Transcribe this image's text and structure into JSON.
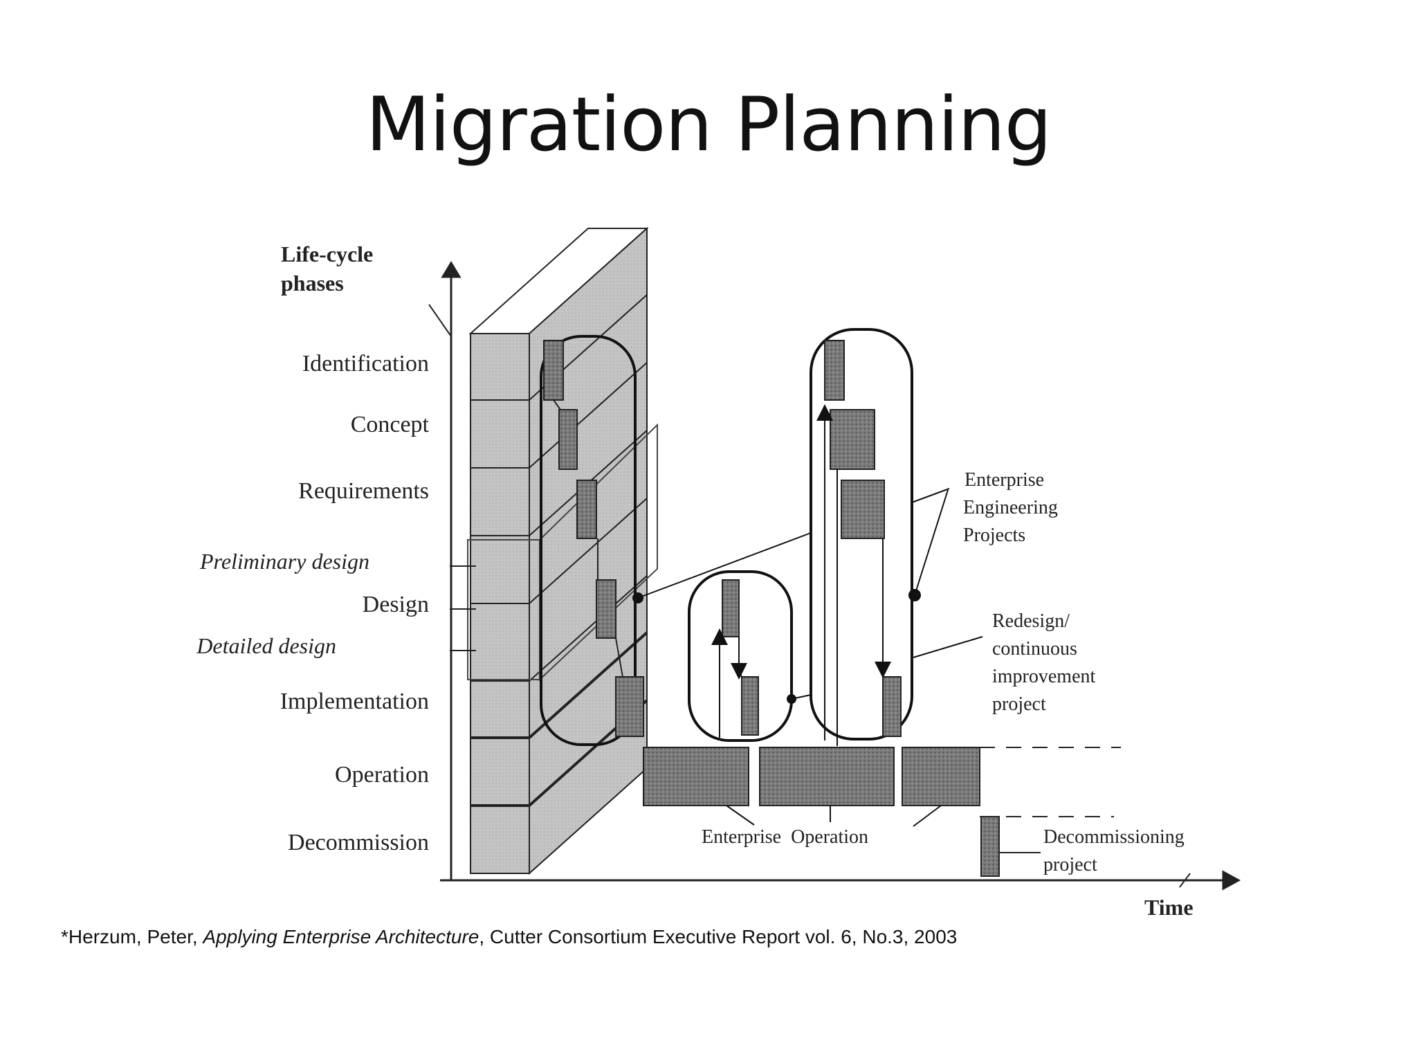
{
  "title": "Migration Planning",
  "axes": {
    "y_label_line1": "Life-cycle",
    "y_label_line2": "phases",
    "x_label": "Time"
  },
  "phases": [
    "Identification",
    "Concept",
    "Requirements",
    "Preliminary design",
    "Design",
    "Detailed design",
    "Implementation",
    "Operation",
    "Decommission"
  ],
  "callouts": {
    "enterprise_engineering": [
      "Enterprise",
      "Engineering",
      "Projects"
    ],
    "redesign": [
      "Redesign/",
      "continuous",
      "improvement",
      "project"
    ],
    "decommissioning": [
      "Decommissioning",
      "project"
    ],
    "enterprise_operation": "Enterprise  Operation"
  },
  "footnote": {
    "prefix": "*Herzum, Peter, ",
    "book": "Applying Enterprise Architecture",
    "suffix": ", Cutter Consortium Executive Report vol. 6, No.3, 2003"
  },
  "colors": {
    "shade": "#8a8a8a",
    "wall": "#c8c8c8",
    "dark": "#5e5e5e"
  }
}
